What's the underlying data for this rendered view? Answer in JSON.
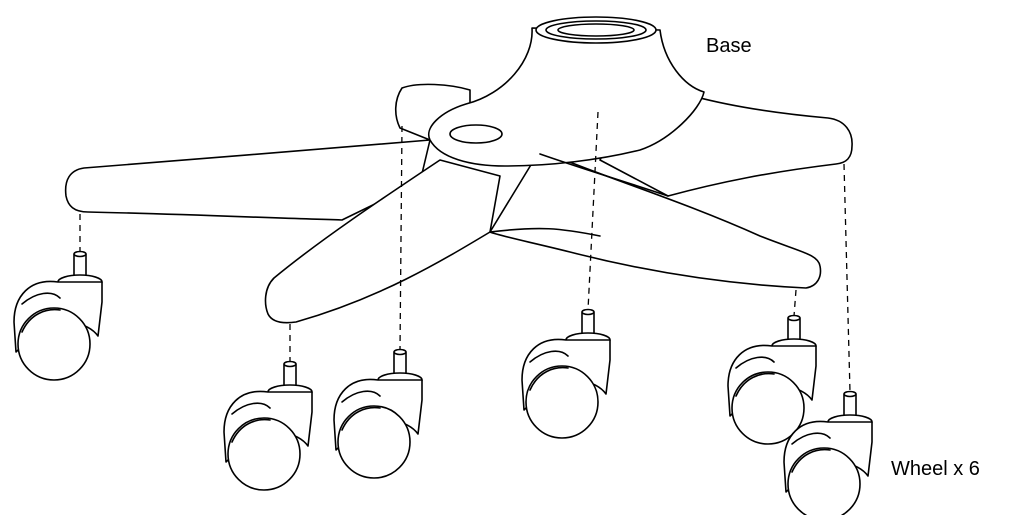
{
  "labels": {
    "base": "Base",
    "wheel": "Wheel x 6"
  },
  "parts": {
    "base_icon": "five-star-chair-base",
    "wheel_icon": "caster-wheel"
  },
  "colors": {
    "ink": "#000000",
    "background": "#ffffff"
  }
}
